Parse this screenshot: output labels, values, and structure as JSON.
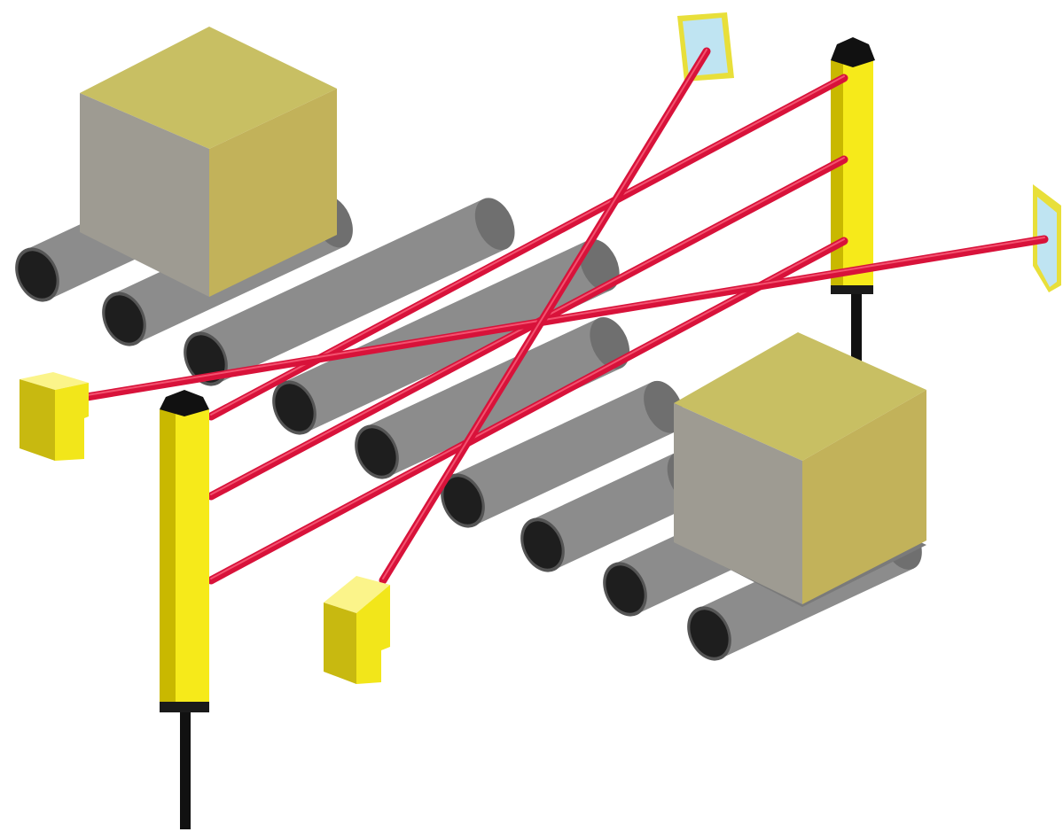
{
  "colors": {
    "background": "#ffffff",
    "roller_body": "#8c8c8c",
    "roller_body_dark": "#6f6f6f",
    "roller_end": "#1e1e1e",
    "roller_rim": "#555555",
    "box_top": "#c8bf63",
    "box_front": "#9e9b92",
    "box_side": "#c2b25a",
    "column_yellow": "#f6ea1a",
    "column_yellow_dark": "#c9b800",
    "column_black": "#111111",
    "sensor_front": "#f2e61a",
    "sensor_side": "#c8b910",
    "sensor_top": "#fbf48a",
    "reflector_glass": "#bfe4f2",
    "reflector_frame": "#e8df3a",
    "beam": "#d8123a",
    "beam_highlight": "#ff6d86"
  },
  "conveyor": {
    "roller_count": 9,
    "box_count": 2
  },
  "light_curtain": {
    "emitter_columns": 2,
    "beams_between_columns": 3
  },
  "photoelectric_sensors": {
    "sensor_count": 2,
    "reflector_count": 2,
    "beam_count": 2
  }
}
